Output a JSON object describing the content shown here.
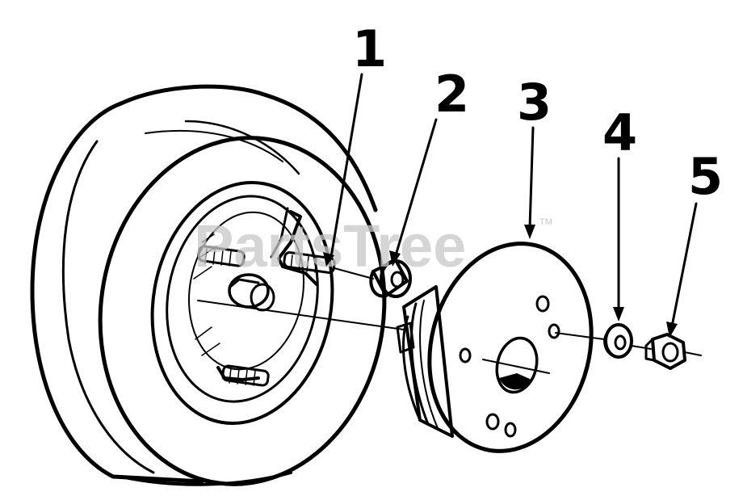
{
  "watermark": {
    "text": "PartsTree",
    "trademark": "TM",
    "color": "#c8c8c8"
  },
  "callouts": [
    {
      "number": "1",
      "part": "wheel-stud"
    },
    {
      "number": "2",
      "part": "spacer"
    },
    {
      "number": "3",
      "part": "hub"
    },
    {
      "number": "4",
      "part": "washer"
    },
    {
      "number": "5",
      "part": "nut"
    }
  ],
  "colors": {
    "ink": "#000000",
    "paper": "#ffffff"
  }
}
